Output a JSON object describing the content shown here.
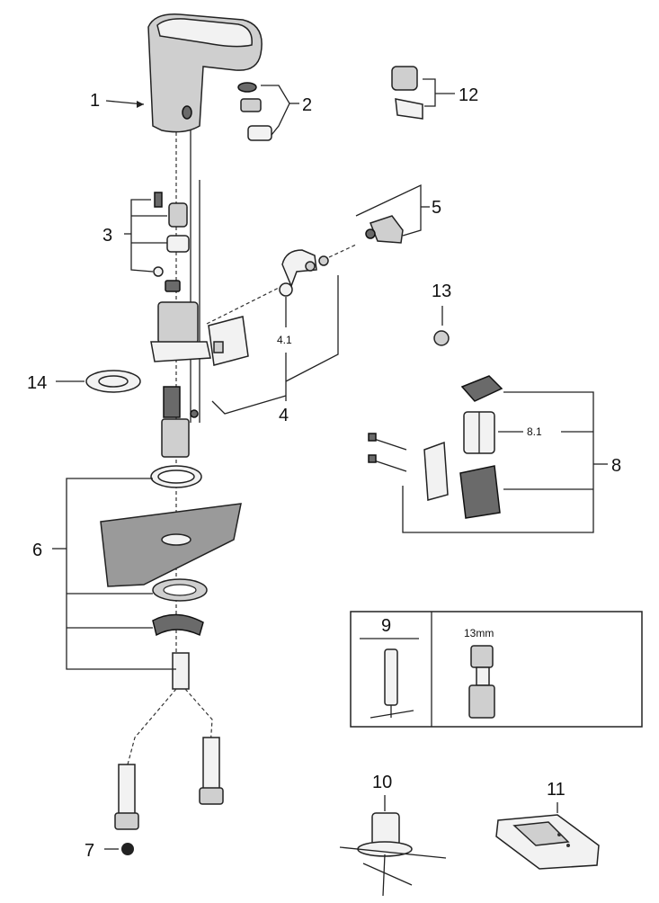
{
  "labels": {
    "p1": "1",
    "p2": "2",
    "p3": "3",
    "p4": "4",
    "p4_1": "4.1",
    "p5": "5",
    "p6": "6",
    "p7": "7",
    "p8": "8",
    "p8_1": "8.1",
    "p9": "9",
    "p10": "10",
    "p11": "11",
    "p12": "12",
    "p13": "13",
    "p14": "14"
  },
  "tool_size": "13mm",
  "colors": {
    "line": "#222222",
    "part_fill": "#cfcfcf",
    "dark_fill": "#6a6a6a"
  }
}
